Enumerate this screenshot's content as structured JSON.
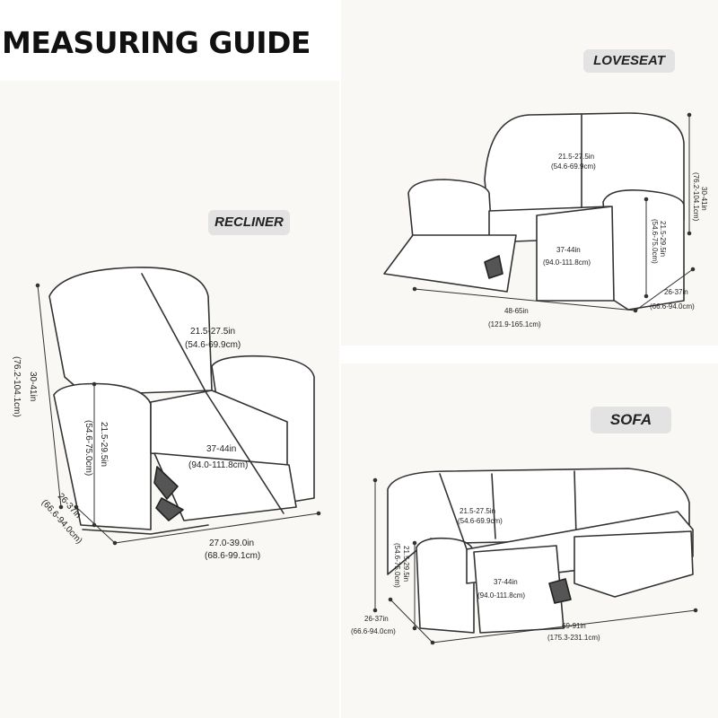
{
  "title": "MEASURING GUIDE",
  "recliner": {
    "label": "RECLINER",
    "back_height": [
      "21.5-27.5in",
      "(54.6-69.9cm)"
    ],
    "seat_depth": [
      "37-44in",
      "(94.0-111.8cm)"
    ],
    "seat_height": [
      "21.5-29.5in",
      "(54.6-75.0cm)"
    ],
    "total_height": [
      "30-41in",
      "(76.2-104.1cm)"
    ],
    "depth": [
      "26-37in",
      "(66.6-94.0cm)"
    ],
    "width": [
      "27.0-39.0in",
      "(68.6-99.1cm)"
    ]
  },
  "loveseat": {
    "label": "LOVESEAT",
    "back_height": [
      "21.5-27.5in",
      "(54.6-69.9cm)"
    ],
    "seat_depth": [
      "37-44in",
      "(94.0-111.8cm)"
    ],
    "seat_height": [
      "21.5-29.5in",
      "(54.6-75.0cm)"
    ],
    "total_height": [
      "30-41in",
      "(76.2-104.1cm)"
    ],
    "depth": [
      "26-37in",
      "(66.6-94.0cm)"
    ],
    "width": [
      "48-65in",
      "(121.9-165.1cm)"
    ]
  },
  "sofa": {
    "label": "SOFA",
    "back_height": [
      "21.5-27.5in",
      "(54.6-69.9cm)"
    ],
    "seat_depth": [
      "37-44in",
      "(94.0-111.8cm)"
    ],
    "seat_height": [
      "21.5-29.5in",
      "(54.6-75.0cm)"
    ],
    "depth": [
      "26-37in",
      "(66.6-94.0cm)"
    ],
    "width": [
      "69-91in",
      "(175.3-231.1cm)"
    ]
  }
}
